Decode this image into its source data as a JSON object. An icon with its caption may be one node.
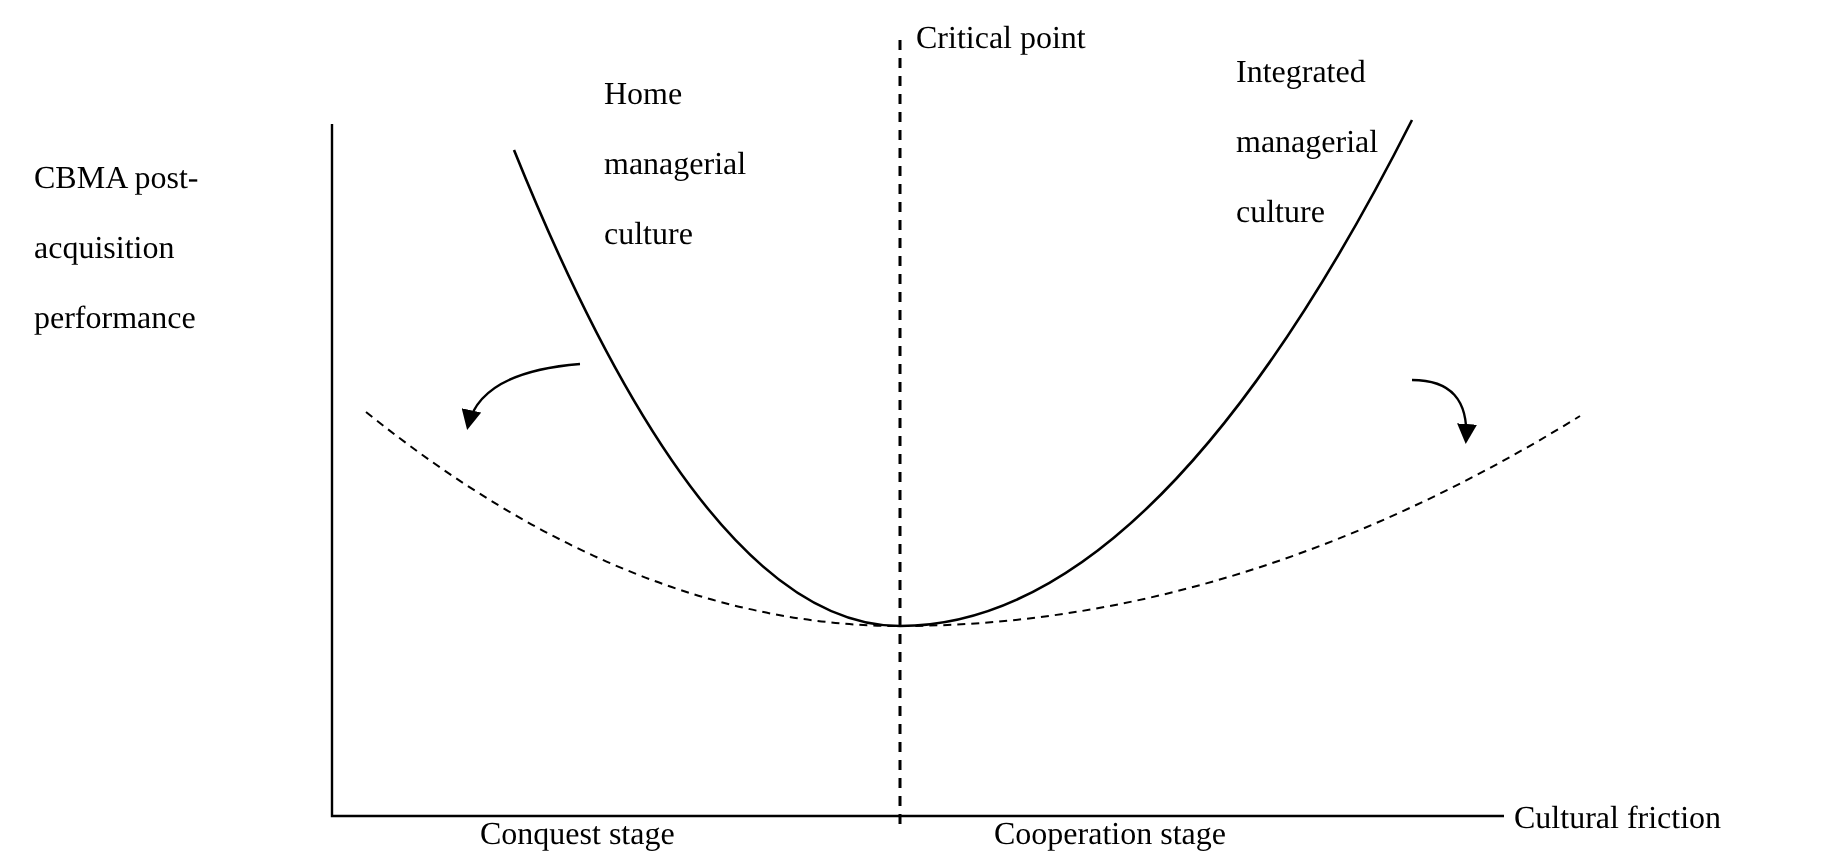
{
  "diagram": {
    "labels": [
      "CBMA post-acquisition performance",
      "Home managerial culture",
      "Critical point",
      "Integrated managerial culture",
      "Conquest stage",
      "Cooperation stage",
      "Cultural friction"
    ]
  }
}
